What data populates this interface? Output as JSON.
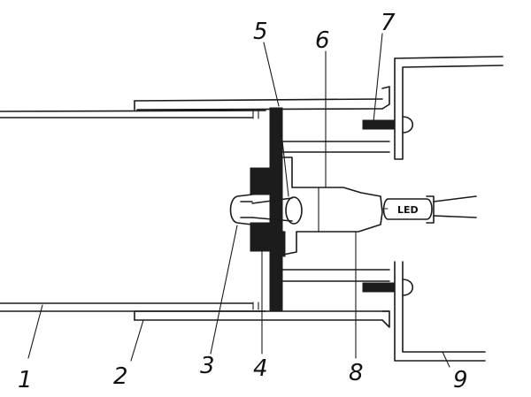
{
  "labels": {
    "n1": "1",
    "n2": "2",
    "n3": "3",
    "n4": "4",
    "n5": "5",
    "n6": "6",
    "n7": "7",
    "n8": "8",
    "n9": "9",
    "led": "LED"
  },
  "colors": {
    "ink": "#1a1a1a",
    "paper": "#ffffff"
  }
}
